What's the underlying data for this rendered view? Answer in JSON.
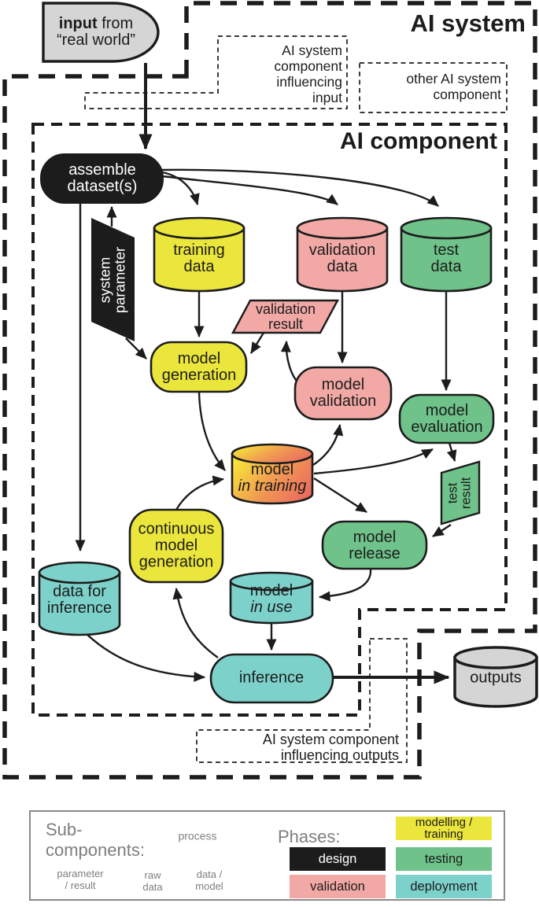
{
  "titles": {
    "ai_system": "AI system",
    "ai_component": "AI component"
  },
  "boxes": {
    "influencing_input": [
      "AI system",
      "component",
      "influencing",
      "input"
    ],
    "other_component": [
      "other AI system",
      "component"
    ],
    "influencing_outputs": [
      "AI system component",
      "influencing outputs"
    ]
  },
  "nodes": {
    "input": {
      "bold": "input",
      "rest": " from",
      "line2": "“real world”"
    },
    "assemble_datasets": [
      "assemble",
      "dataset(s)"
    ],
    "system_parameter": [
      "system",
      "parameter"
    ],
    "training_data": [
      "training",
      "data"
    ],
    "validation_data": [
      "validation",
      "data"
    ],
    "test_data": [
      "test",
      "data"
    ],
    "validation_result": [
      "validation",
      "result"
    ],
    "model_generation": [
      "model",
      "generation"
    ],
    "model_validation": [
      "model",
      "validation"
    ],
    "model_evaluation": [
      "model",
      "evaluation"
    ],
    "model_in_training": {
      "line1": "model",
      "line2": "in training"
    },
    "test_result": [
      "test",
      "result"
    ],
    "model_release": [
      "model",
      "release"
    ],
    "continuous_model_generation": [
      "continuous",
      "model",
      "generation"
    ],
    "data_for_inference": [
      "data for",
      "inference"
    ],
    "model_in_use": {
      "line1": "model",
      "line2": "in use"
    },
    "inference": "inference",
    "outputs": "outputs"
  },
  "legend": {
    "subcomponents_title": [
      "Sub-",
      "components:"
    ],
    "shapes": {
      "process": "process",
      "parameter_result": [
        "parameter",
        "/ result"
      ],
      "raw_data": [
        "raw",
        "data"
      ],
      "data_model": [
        "data /",
        "model"
      ]
    },
    "phases_title": "Phases:",
    "phases": {
      "design": "design",
      "validation": "validation",
      "modelling1": "modelling /",
      "modelling2": "training",
      "testing": "testing",
      "deployment": "deployment"
    }
  },
  "colors": {
    "design": "#1c1c1c",
    "validation": "#f2a9a6",
    "modelling_training": "#ebe63c",
    "testing": "#6ec28a",
    "deployment": "#7dd1cb",
    "neutral": "#d5d5d5",
    "model_in_training_gradient": [
      "#f8e437",
      "#f09b52",
      "#eb6a60"
    ]
  }
}
